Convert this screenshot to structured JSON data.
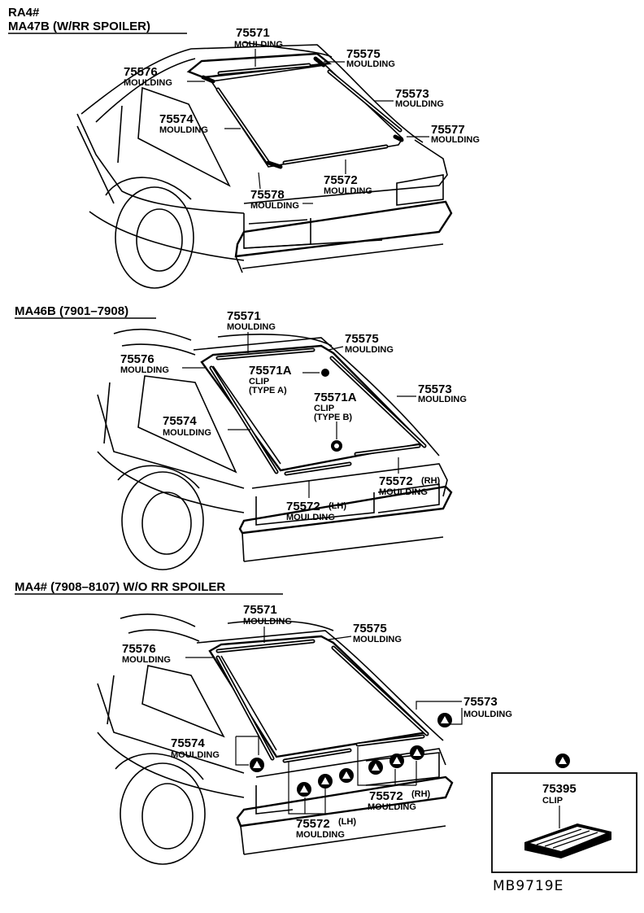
{
  "sections": [
    {
      "model": "RA4#",
      "title": "MA47B (W/RR SPOILER)"
    },
    {
      "title": "MA46B (7901–7908)"
    },
    {
      "title": "MA4# (7908–8107)  W/O  RR  SPOILER"
    }
  ],
  "labels_top": [
    {
      "part": "75571",
      "name": "MOULDING"
    },
    {
      "part": "75575",
      "name": "MOULDING"
    },
    {
      "part": "75576",
      "name": "MOULDING"
    },
    {
      "part": "75573",
      "name": "MOULDING"
    },
    {
      "part": "75574",
      "name": "MOULDING"
    },
    {
      "part": "75577",
      "name": "MOULDING"
    },
    {
      "part": "75572",
      "name": "MOULDING"
    },
    {
      "part": "75578",
      "name": "MOULDING"
    }
  ],
  "labels_mid": [
    {
      "part": "75571",
      "name": "MOULDING"
    },
    {
      "part": "75575",
      "name": "MOULDING"
    },
    {
      "part": "75576",
      "name": "MOULDING"
    },
    {
      "part": "75571A",
      "name": "CLIP",
      "note": "(TYPE A)"
    },
    {
      "part": "75573",
      "name": "MOULDING"
    },
    {
      "part": "75571A",
      "name": "CLIP",
      "note": "(TYPE B)"
    },
    {
      "part": "75574",
      "name": "MOULDING"
    },
    {
      "part": "75572",
      "suffix": "(RH)",
      "name": "MOULDING"
    },
    {
      "part": "75572",
      "suffix": "(LH)",
      "name": "MOULDING"
    }
  ],
  "labels_bot": [
    {
      "part": "75571",
      "name": "MOULDING"
    },
    {
      "part": "75575",
      "name": "MOULDING"
    },
    {
      "part": "75576",
      "name": "MOULDING"
    },
    {
      "part": "75573",
      "name": "MOULDING"
    },
    {
      "part": "75574",
      "name": "MOULDING"
    },
    {
      "part": "75572",
      "suffix": "(RH)",
      "name": "MOULDING"
    },
    {
      "part": "75572",
      "suffix": "(LH)",
      "name": "MOULDING"
    }
  ],
  "clip_box": {
    "part": "75395",
    "name": "CLIP"
  },
  "figure_code": "MB9719E"
}
